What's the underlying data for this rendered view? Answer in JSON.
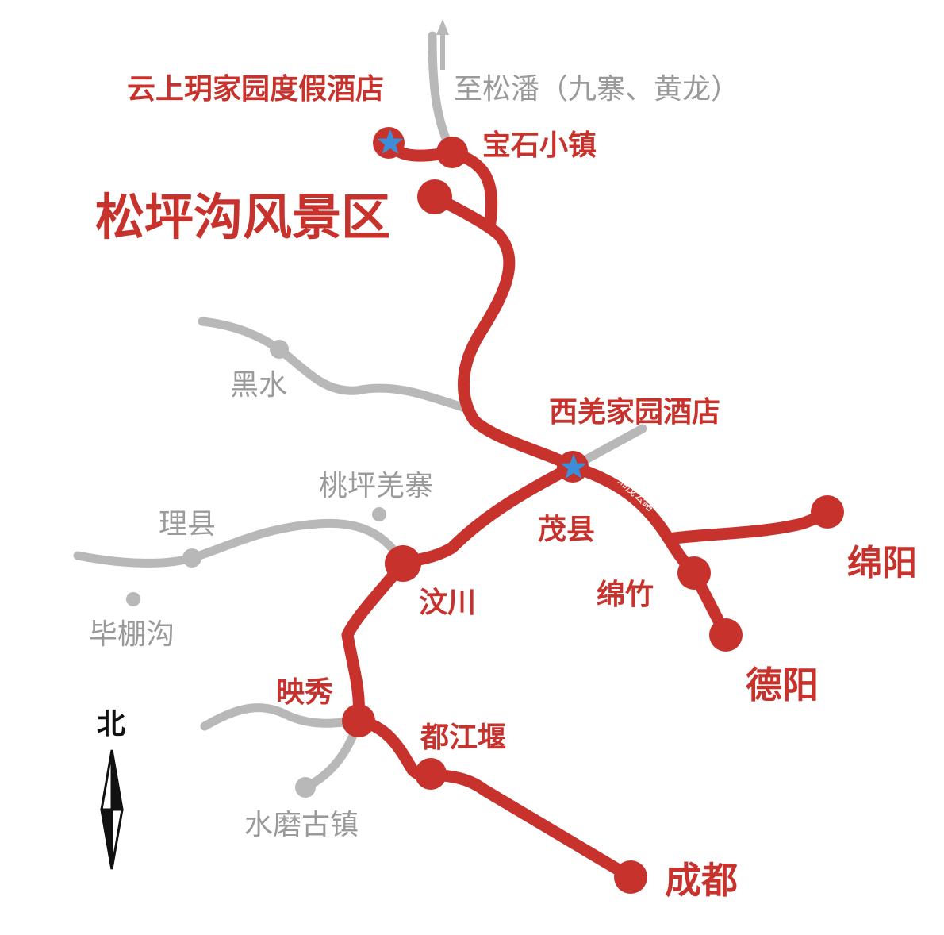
{
  "colors": {
    "route": "#c8322d",
    "road": "#b8b8b8",
    "star": "#3b8fd9",
    "compass": "#111111"
  },
  "labels": {
    "resort": "云上玥家园度假酒店",
    "to_songpan": "至松潘（九寨、黄龙）",
    "baoshi": "宝石小镇",
    "songpinggou": "松坪沟风景区",
    "heishui": "黑水",
    "xiqiang_hotel": "西羌家园酒店",
    "taoping": "桃坪羌寨",
    "lixian": "理县",
    "maoxian": "茂县",
    "mianmao_road": "绵茂公路",
    "mianyang": "绵阳",
    "wenchuan": "汶川",
    "mianzhu": "绵竹",
    "bipenggou": "毕棚沟",
    "deyang": "德阳",
    "yingxiu": "映秀",
    "dujiangyan": "都江堰",
    "north": "北",
    "shuimo": "水磨古镇",
    "chengdu": "成都"
  },
  "icons": {
    "hotel": "star-icon",
    "compass": "north-arrow-icon",
    "direction": "arrow-up-icon"
  }
}
